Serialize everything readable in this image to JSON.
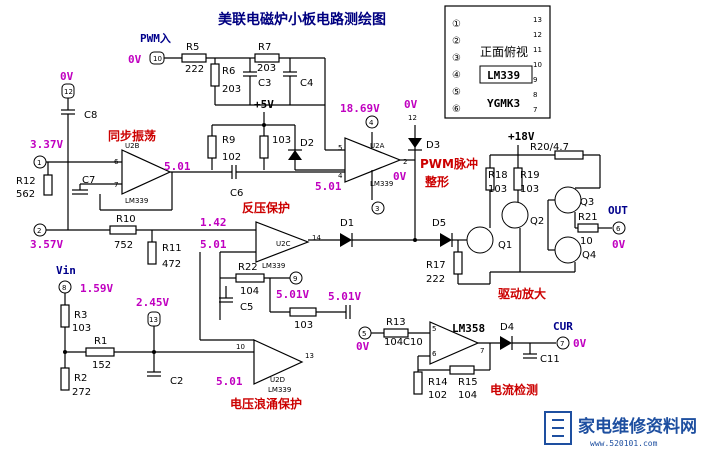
{
  "title": "美联电磁炉小板电路测绘图",
  "chip_view": {
    "label": "正面俯视",
    "chip": "LM339",
    "model": "YGMK3",
    "pins_left": [
      "①",
      "②",
      "③",
      "④",
      "⑤",
      "⑥"
    ],
    "pins_right": [
      "13",
      "12",
      "11",
      "10",
      "9",
      "8",
      "7"
    ]
  },
  "sections": {
    "sync_osc": "同步振荡",
    "back_voltage": "反压保护",
    "pwm_pulse": "PWM脉冲",
    "shaping": "整形",
    "drive_amp": "驱动放大",
    "surge": "电压浪涌保护",
    "current_detect": "电流检测"
  },
  "connectors": {
    "pwm_in": "PWM入",
    "vin": "Vin",
    "out": "OUT",
    "cur": "CUR",
    "plus5v": "+5V",
    "plus18v": "+18V"
  },
  "voltages": {
    "v_pin1": "3.37V",
    "v_pin2": "3.57V",
    "v_pin12": "0V",
    "v_pwm": "0V",
    "v_pin4": "18.69V",
    "v_d3": "0V",
    "v_u2b_out": "5.01",
    "v_u2a_in": "5.01",
    "v_u2a_out": "0V",
    "v_u2c_in": "1.42",
    "v_u2c_in2": "5.01",
    "v_pin9": "5.01V",
    "v_c": "5.01V",
    "v_vin": "1.59V",
    "v_pin13": "2.45V",
    "v_u2d": "5.01",
    "v_pin5": "0V",
    "v_out": "0V",
    "v_cur": "0V"
  },
  "components": {
    "R5": "R5",
    "R5v": "222",
    "R6": "R6",
    "R6v": "203",
    "R7": "R7",
    "R7v": "203",
    "C3": "C3",
    "C4": "C4",
    "C8": "C8",
    "C7": "C7",
    "C6": "C6",
    "R12": "R12",
    "R12v": "562",
    "R9": "R9",
    "R9v": "102",
    "C103": "103",
    "D2": "D2",
    "D3": "D3",
    "D1": "D1",
    "D5": "D5",
    "R10": "R10",
    "R10v": "752",
    "R11": "R11",
    "R11v": "472",
    "R22": "R22",
    "R22v": "104",
    "C5": "C5",
    "R103b": "103",
    "R3": "R3",
    "R3v": "103",
    "R1": "R1",
    "R1v": "152",
    "R2": "R2",
    "R2v": "272",
    "C2": "C2",
    "R13": "R13",
    "R13v": "104",
    "C10": "C10",
    "LM358": "LM358",
    "D4": "D4",
    "C11": "C11",
    "R14": "R14",
    "R14v": "102",
    "R15": "R15",
    "R15v": "104",
    "R17": "R17",
    "R17v": "222",
    "R18": "R18",
    "R18v": "103",
    "R19": "R19",
    "R19v": "103",
    "R20": "R20/4.7",
    "R21": "R21",
    "R21v": "10",
    "Q1": "Q1",
    "Q2": "Q2",
    "Q3": "Q3",
    "Q4": "Q4",
    "U2A": "U2A",
    "U2B": "U2B",
    "U2C": "U2C",
    "U2D": "U2D",
    "LM339": "LM339"
  },
  "pin_nums": {
    "p1": "1",
    "p2": "2",
    "p3": "3",
    "p4": "4",
    "p5": "5",
    "p6": "6",
    "p7": "7",
    "p8": "8",
    "p9": "9",
    "p10": "10",
    "p12": "12",
    "p13": "13",
    "p14": "14"
  },
  "watermark": {
    "brand": "家电维修资料网",
    "url": "www.520101.com"
  }
}
